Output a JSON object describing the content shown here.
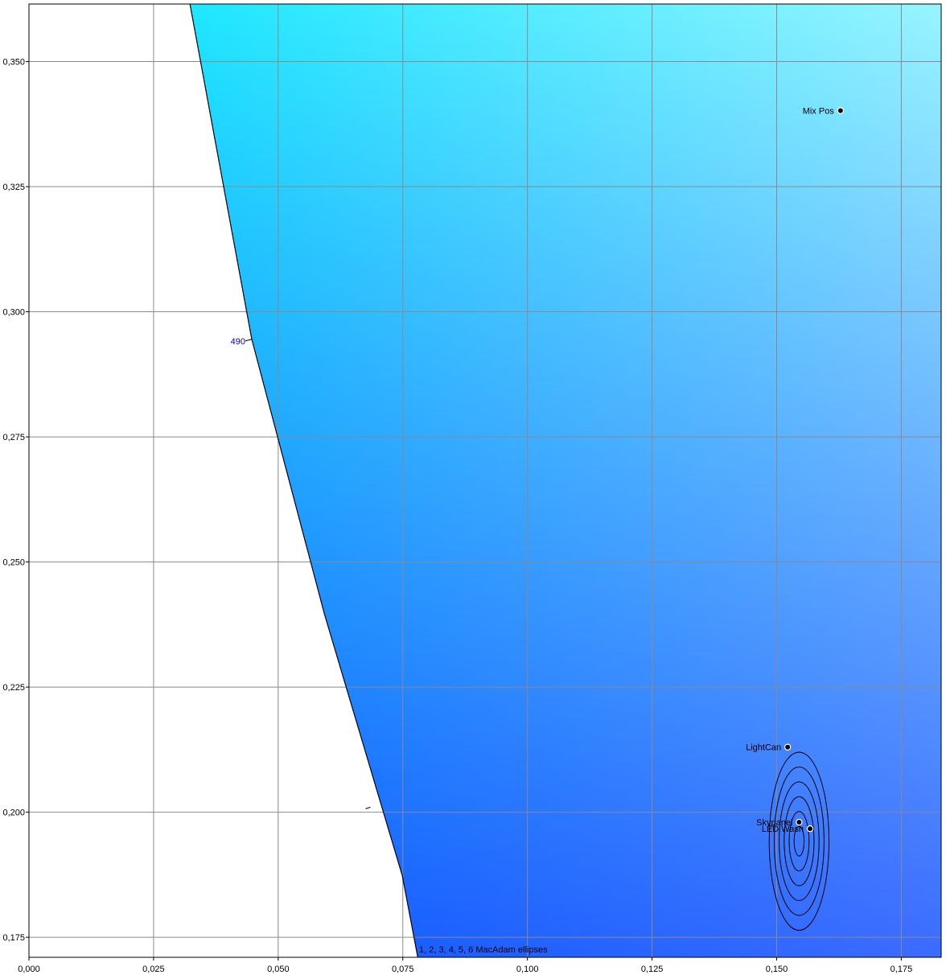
{
  "chart_data": {
    "type": "scatter",
    "title": "",
    "xlabel": "",
    "ylabel": "",
    "xlim": [
      0.0,
      0.183
    ],
    "ylim": [
      0.171,
      0.3615
    ],
    "x_ticks": [
      "0,000",
      "0,025",
      "0,050",
      "0,075",
      "0,100",
      "0,125",
      "0,150",
      "0,175"
    ],
    "y_ticks": [
      "0,175",
      "0,200",
      "0,225",
      "0,250",
      "0,275",
      "0,300",
      "0,325",
      "0,350"
    ],
    "x_tick_values": [
      0.0,
      0.025,
      0.05,
      0.075,
      0.1,
      0.125,
      0.15,
      0.175
    ],
    "y_tick_values": [
      0.175,
      0.2,
      0.225,
      0.25,
      0.275,
      0.3,
      0.325,
      0.35
    ],
    "grid": true,
    "colors": {
      "gradient_top_left": "#00e5ff",
      "gradient_top_right": "#99f5ff",
      "gradient_bottom_left": "#0050ff",
      "gradient_bottom_right": "#3a68ff",
      "grid": "#8a8a8a",
      "point": "#000000",
      "locus": "#000000"
    },
    "spectral_locus": [
      {
        "x": 0.0323,
        "y": 0.3615
      },
      {
        "x": 0.0447,
        "y": 0.2945
      },
      {
        "x": 0.0593,
        "y": 0.2395
      },
      {
        "x": 0.0749,
        "y": 0.1873
      },
      {
        "x": 0.078,
        "y": 0.171
      }
    ],
    "wavelength_labels": [
      {
        "label": "490",
        "x": 0.0447,
        "y": 0.2945
      }
    ],
    "locus_ticks": [
      {
        "x": 0.0685,
        "y": 0.201
      }
    ],
    "points": [
      {
        "label": "Mix Pos",
        "x": 0.1628,
        "y": 0.3402
      },
      {
        "label": "LightCan",
        "x": 0.1522,
        "y": 0.213
      },
      {
        "label": "Skypanel",
        "x": 0.1545,
        "y": 0.198
      },
      {
        "label": "LED Wash",
        "x": 0.1567,
        "y": 0.1967
      }
    ],
    "ellipses": {
      "steps": [
        1,
        2,
        3,
        4,
        5,
        6
      ],
      "center": {
        "x": 0.1545,
        "y": 0.1942
      },
      "outer_rx": 0.006,
      "outer_ry": 0.0178,
      "label": "1, 2, 3, 4, 5, 6  MacAdam ellipses"
    }
  }
}
